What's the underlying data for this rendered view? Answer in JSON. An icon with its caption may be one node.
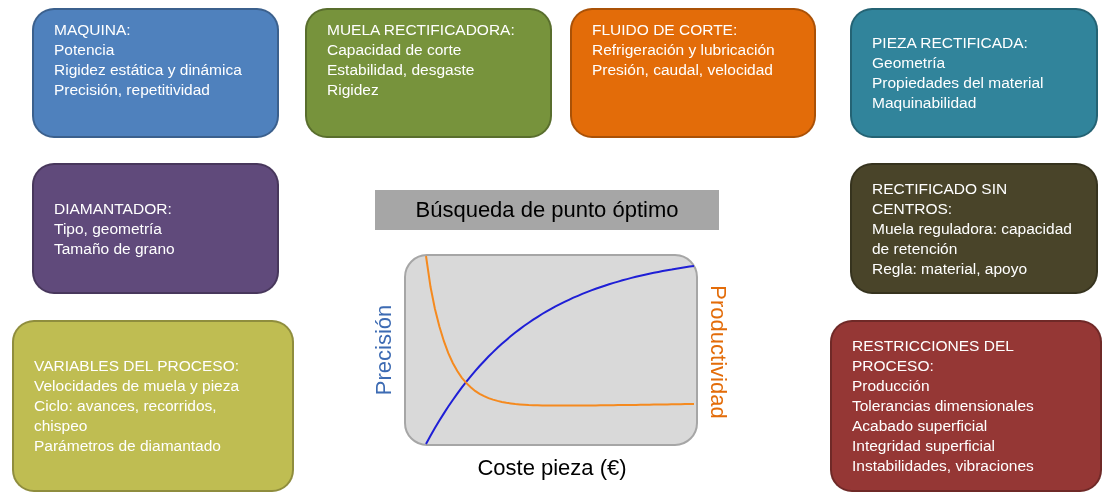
{
  "diagram": {
    "nodes": [
      {
        "text": [
          "MAQUINA:",
          "Potencia",
          "Rigidez estática y dinámica",
          "Precisión, repetitividad"
        ]
      },
      {
        "text": [
          "MUELA RECTIFICADORA:",
          "Capacidad de corte",
          "Estabilidad, desgaste",
          "Rigidez"
        ]
      },
      {
        "text": [
          "FLUIDO DE CORTE:",
          "Refrigeración y lubricación",
          "Presión, caudal, velocidad"
        ]
      },
      {
        "text": [
          "PIEZA RECTIFICADA:",
          "Geometría",
          "Propiedades del material",
          "Maquinabilidad"
        ]
      },
      {
        "text": [
          "DIAMANTADOR:",
          "Tipo, geometría",
          "Tamaño de grano"
        ]
      },
      {
        "text": [
          "RECTIFICADO SIN CENTROS:",
          "Muela reguladora: capacidad de retención",
          "Regla: material, apoyo"
        ]
      },
      {
        "text": [
          "VARIABLES DEL PROCESO:",
          "Velocidades de muela y pieza",
          "Ciclo: avances, recorridos, chispeo",
          "Parámetros de diamantado"
        ]
      },
      {
        "text": [
          "RESTRICCIONES DEL PROCESO:",
          "Producción",
          "Tolerancias dimensionales",
          "Acabado superficial",
          "Integridad superficial",
          "Instabilidades, vibraciones"
        ]
      },
      {
        "text": [
          "Búsqueda de punto óptimo"
        ]
      }
    ],
    "labels": [
      "Precisión",
      "Productividad",
      "Coste pieza (€)"
    ]
  }
}
